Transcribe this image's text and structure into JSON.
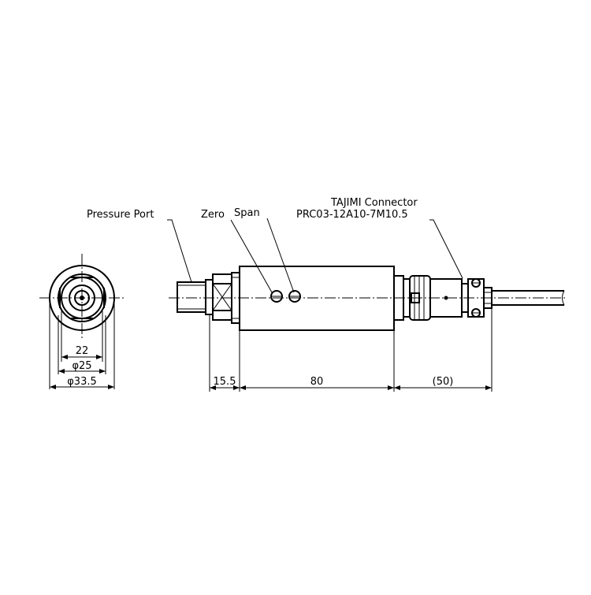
{
  "labels": {
    "pressure_port": "Pressure Port",
    "zero": "Zero",
    "span": "Span",
    "connector_title": "TAJIMI Connector",
    "connector_part": "PRC03-12A10-7M10.5"
  },
  "dimensions": {
    "end_view_1": "22",
    "end_view_2": "φ25",
    "end_view_3": "φ33.5",
    "side_1": "15.5",
    "side_2": "80",
    "side_3": "(50)"
  }
}
